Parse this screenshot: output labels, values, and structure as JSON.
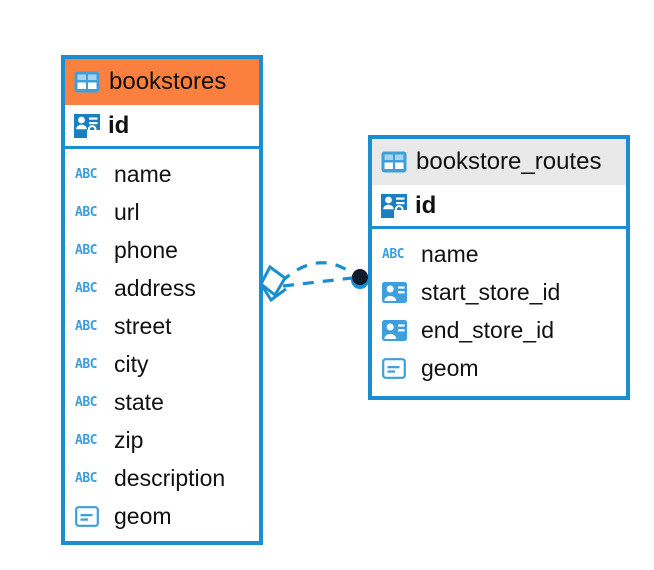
{
  "diagram": {
    "type": "entity-relationship-diagram",
    "background": "#ffffff",
    "accent_color": "#1a8ed1",
    "highlight_color": "#fb8040",
    "header_gray": "#e9e9e9",
    "text_color": "#111111"
  },
  "entities": [
    {
      "name": "bookstores",
      "header_style": "accent-orange",
      "table_icon": "table-icon",
      "primary_key": {
        "label": "id",
        "icon": "primary-key-icon"
      },
      "fields": [
        {
          "label": "name",
          "icon": "abc-text-icon",
          "type": "text"
        },
        {
          "label": "url",
          "icon": "abc-text-icon",
          "type": "text"
        },
        {
          "label": "phone",
          "icon": "abc-text-icon",
          "type": "text"
        },
        {
          "label": "address",
          "icon": "abc-text-icon",
          "type": "text"
        },
        {
          "label": "street",
          "icon": "abc-text-icon",
          "type": "text"
        },
        {
          "label": "city",
          "icon": "abc-text-icon",
          "type": "text"
        },
        {
          "label": "state",
          "icon": "abc-text-icon",
          "type": "text"
        },
        {
          "label": "zip",
          "icon": "abc-text-icon",
          "type": "text"
        },
        {
          "label": "description",
          "icon": "abc-text-icon",
          "type": "text"
        },
        {
          "label": "geom",
          "icon": "geometry-icon",
          "type": "geometry"
        }
      ]
    },
    {
      "name": "bookstore_routes",
      "header_style": "accent-gray",
      "table_icon": "table-icon",
      "primary_key": {
        "label": "id",
        "icon": "primary-key-icon"
      },
      "fields": [
        {
          "label": "name",
          "icon": "abc-text-icon",
          "type": "text"
        },
        {
          "label": "start_store_id",
          "icon": "foreign-key-icon",
          "type": "reference"
        },
        {
          "label": "end_store_id",
          "icon": "foreign-key-icon",
          "type": "reference"
        },
        {
          "label": "geom",
          "icon": "geometry-icon",
          "type": "geometry"
        }
      ]
    }
  ],
  "relationships": [
    {
      "from": "bookstores",
      "to": "bookstore_routes",
      "style": "dashed",
      "color": "#1a8ed1",
      "source_marker": "diamond-marker",
      "target_marker": "filled-circle-marker"
    }
  ],
  "abc_icon_text": "ABC"
}
